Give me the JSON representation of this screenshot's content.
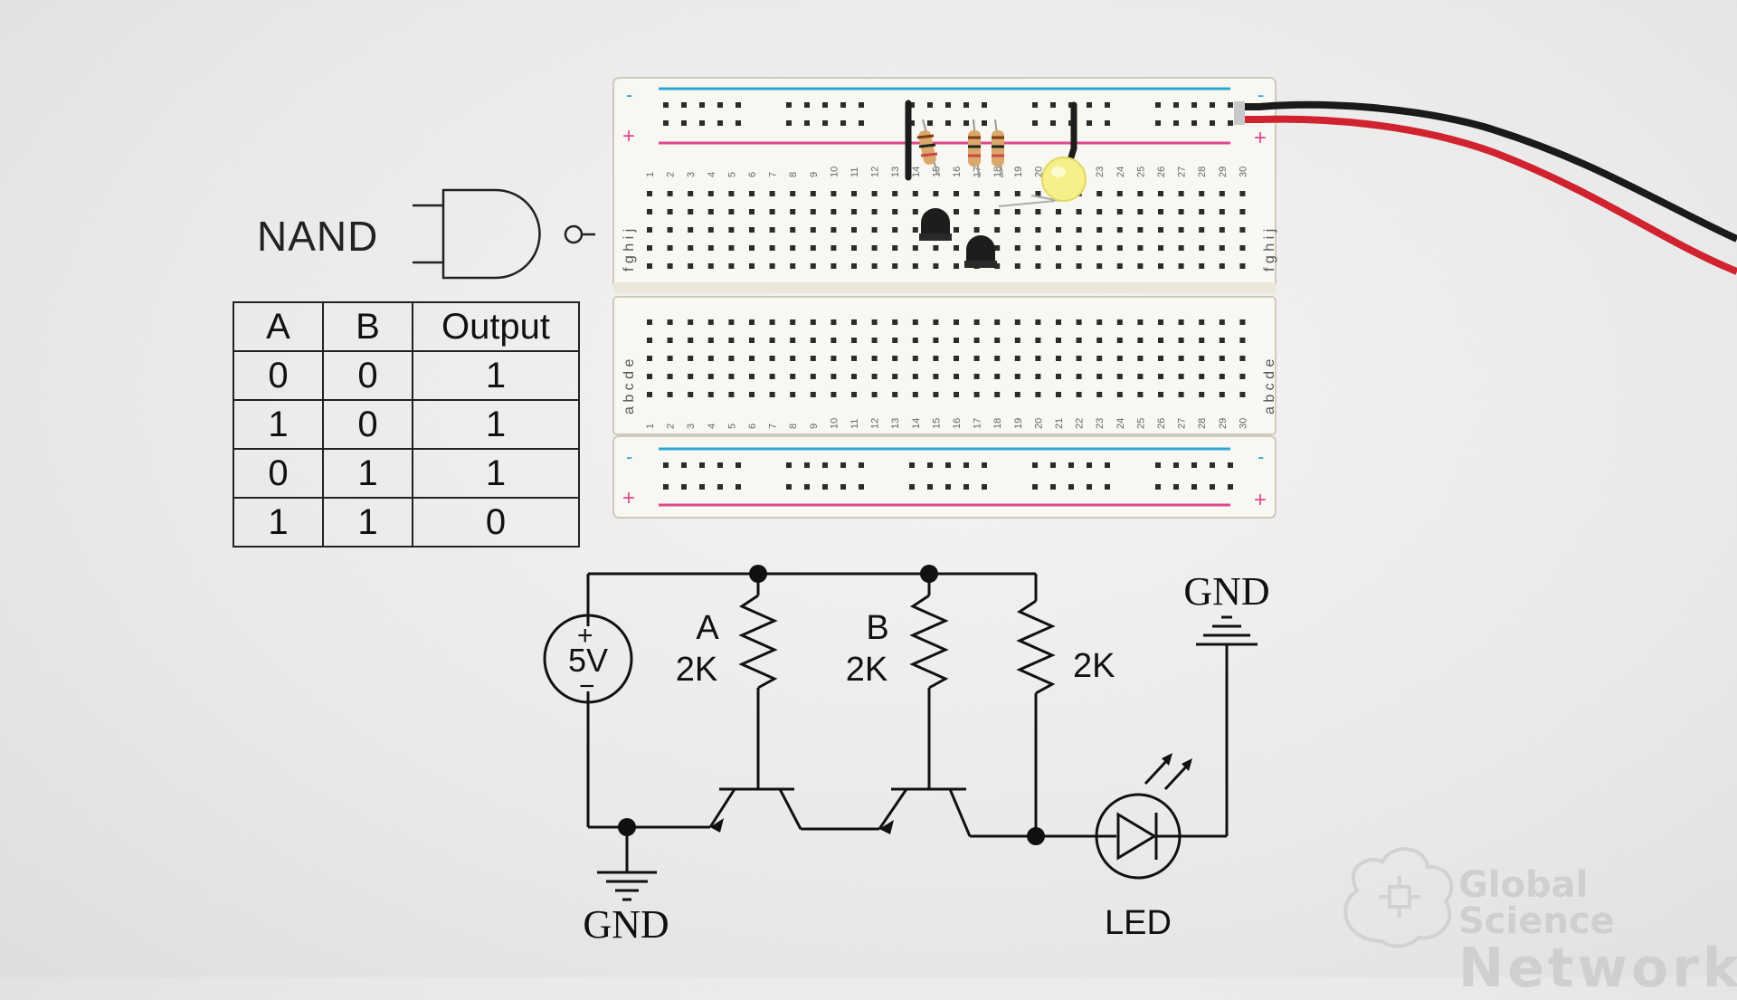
{
  "gate": {
    "title": "NAND"
  },
  "truth_table": {
    "headers": [
      "A",
      "B",
      "Output"
    ],
    "rows": [
      [
        "0",
        "0",
        "1"
      ],
      [
        "1",
        "0",
        "1"
      ],
      [
        "0",
        "1",
        "1"
      ],
      [
        "1",
        "1",
        "0"
      ]
    ]
  },
  "breadboard": {
    "top_row_letters": "f g h i j",
    "bottom_row_letters": "a b c d e",
    "rail_minus": "-",
    "rail_plus": "+",
    "rail_minus_color": "#2aa7d8",
    "rail_plus_color": "#e0478f",
    "column_numbers": [
      "1",
      "2",
      "3",
      "4",
      "5",
      "6",
      "7",
      "8",
      "9",
      "10",
      "11",
      "12",
      "13",
      "14",
      "15",
      "16",
      "17",
      "18",
      "19",
      "20",
      "21",
      "22",
      "23",
      "24",
      "25",
      "26",
      "27",
      "28",
      "29",
      "30"
    ]
  },
  "schematic": {
    "source_label": "5V",
    "source_plus": "+",
    "source_minus": "−",
    "resistor_a_name": "A",
    "resistor_a_value": "2K",
    "resistor_b_name": "B",
    "resistor_b_value": "2K",
    "resistor_out_value": "2K",
    "gnd_left": "GND",
    "gnd_right": "GND",
    "led_label": "LED"
  },
  "watermark": {
    "line1": "Global Science",
    "line2": "Network",
    "icon": "brain-circuit-icon"
  },
  "colors": {
    "wire_red": "#d0232f",
    "wire_black": "#1a1a1a",
    "led_yellow": "#f6f08a"
  }
}
